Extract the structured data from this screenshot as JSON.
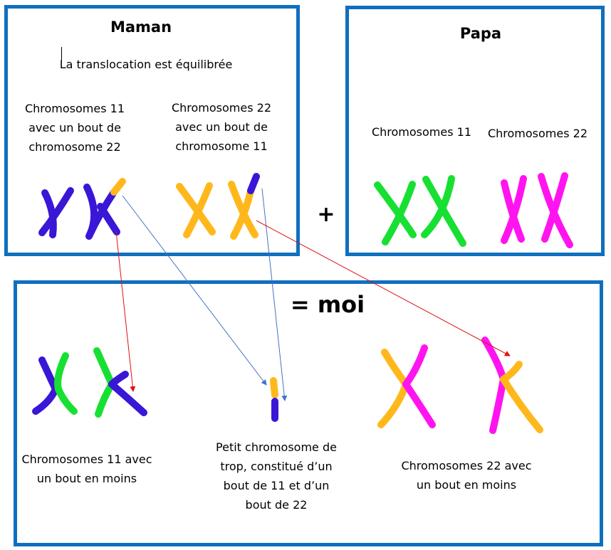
{
  "colors": {
    "border": "#0f6fbf",
    "chr11_mom": "#3a16d6",
    "chr22_mom": "#ffb81c",
    "chr11_dad": "#17e032",
    "chr22_dad": "#ff14f0",
    "arrow_blue": "#4472c4",
    "arrow_red": "#e01010"
  },
  "maman": {
    "title": "Maman",
    "note": "La translocation est équilibrée",
    "label_chr11": [
      "Chromosomes 11",
      "avec un bout de",
      "chromosome 22"
    ],
    "label_chr22": [
      "Chromosomes 22",
      "avec un bout de",
      "chromosome 11"
    ]
  },
  "papa": {
    "title": "Papa",
    "label_chr11": "Chromosomes 11",
    "label_chr22": "Chromosomes 22"
  },
  "plus": "+",
  "moi": {
    "title": "= moi",
    "label_chr11": [
      "Chromosomes 11 avec",
      "un bout en moins"
    ],
    "label_extra": [
      "Petit chromosome de",
      "trop, constitué d’un",
      "bout de 11 et d’un",
      "bout de 22"
    ],
    "label_chr22": [
      "Chromosomes 22 avec",
      "un bout en moins"
    ]
  }
}
